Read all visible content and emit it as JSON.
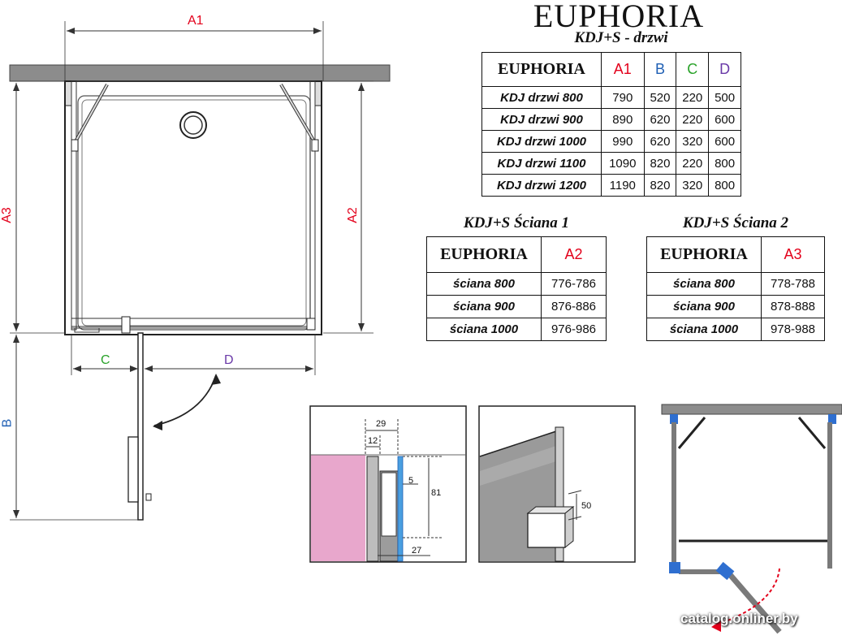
{
  "title": "EUPHORIA",
  "subtitle": "KDJ+S - drzwi",
  "colors": {
    "red": "#e3001b",
    "blue": "#1f5fb4",
    "green": "#2aa22a",
    "purple": "#6a3aa8",
    "pink": "#e8a7cc",
    "glass_blue": "#4a9fe0"
  },
  "dims": {
    "a1": "A1",
    "a2": "A2",
    "a3": "A3",
    "b": "B",
    "c": "C",
    "d": "D"
  },
  "doors_table": {
    "headers": [
      "EUPHORIA",
      "A1",
      "B",
      "C",
      "D"
    ],
    "rows": [
      [
        "KDJ drzwi 800",
        "790",
        "520",
        "220",
        "500"
      ],
      [
        "KDJ drzwi 900",
        "890",
        "620",
        "220",
        "600"
      ],
      [
        "KDJ drzwi 1000",
        "990",
        "620",
        "320",
        "600"
      ],
      [
        "KDJ drzwi 1100",
        "1090",
        "820",
        "220",
        "800"
      ],
      [
        "KDJ drzwi 1200",
        "1190",
        "820",
        "320",
        "800"
      ]
    ]
  },
  "wall1_table": {
    "caption": "KDJ+S Ściana 1",
    "headers": [
      "EUPHORIA",
      "A2"
    ],
    "rows": [
      [
        "ściana 800",
        "776-786"
      ],
      [
        "ściana 900",
        "876-886"
      ],
      [
        "ściana 1000",
        "976-986"
      ]
    ]
  },
  "wall2_table": {
    "caption": "KDJ+S Ściana 2",
    "headers": [
      "EUPHORIA",
      "A3"
    ],
    "rows": [
      [
        "ściana 800",
        "778-788"
      ],
      [
        "ściana 900",
        "878-888"
      ],
      [
        "ściana 1000",
        "978-988"
      ]
    ]
  },
  "detail1": {
    "d29": "29",
    "d12": "12",
    "d5": "5",
    "d81": "81",
    "d27": "27"
  },
  "detail2": {
    "d50": "50"
  },
  "watermark": "catalog.onliner.by"
}
